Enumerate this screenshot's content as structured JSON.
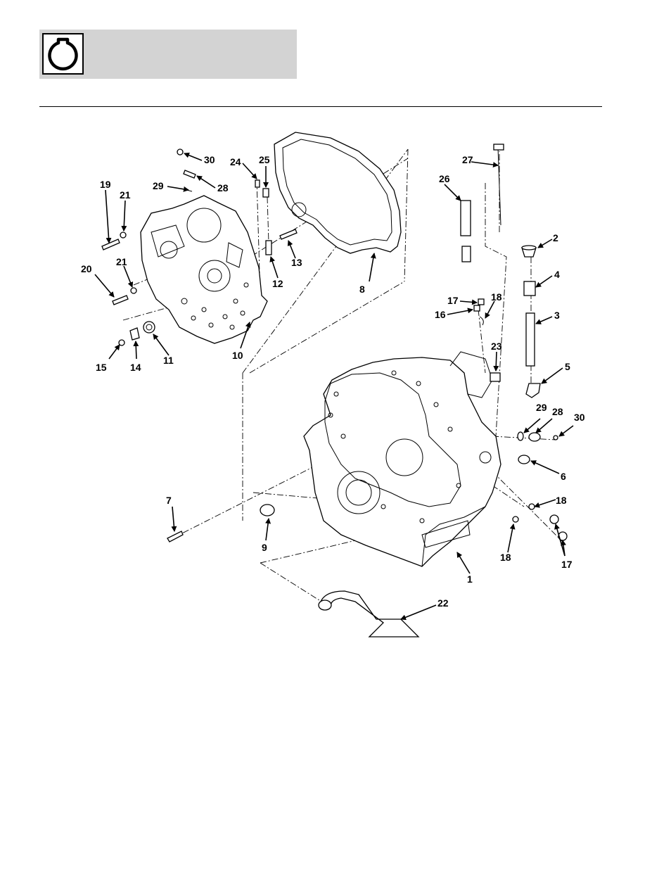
{
  "header": {
    "icon": "engine-icon",
    "background_color": "#d3d3d3"
  },
  "figure": {
    "callouts": [
      {
        "id": "c1",
        "label": "1"
      },
      {
        "id": "c2",
        "label": "2"
      },
      {
        "id": "c3",
        "label": "3"
      },
      {
        "id": "c4",
        "label": "4"
      },
      {
        "id": "c5",
        "label": "5"
      },
      {
        "id": "c6",
        "label": "6"
      },
      {
        "id": "c7",
        "label": "7"
      },
      {
        "id": "c8",
        "label": "8"
      },
      {
        "id": "c9",
        "label": "9"
      },
      {
        "id": "c10",
        "label": "10"
      },
      {
        "id": "c11",
        "label": "11"
      },
      {
        "id": "c12",
        "label": "12"
      },
      {
        "id": "c13",
        "label": "13"
      },
      {
        "id": "c14",
        "label": "14"
      },
      {
        "id": "c15",
        "label": "15"
      },
      {
        "id": "c16",
        "label": "16"
      },
      {
        "id": "c17a",
        "label": "17"
      },
      {
        "id": "c17b",
        "label": "17"
      },
      {
        "id": "c18a",
        "label": "18"
      },
      {
        "id": "c18b",
        "label": "18"
      },
      {
        "id": "c18c",
        "label": "18"
      },
      {
        "id": "c19",
        "label": "19"
      },
      {
        "id": "c20",
        "label": "20"
      },
      {
        "id": "c21a",
        "label": "21"
      },
      {
        "id": "c21b",
        "label": "21"
      },
      {
        "id": "c22",
        "label": "22"
      },
      {
        "id": "c23",
        "label": "23"
      },
      {
        "id": "c24",
        "label": "24"
      },
      {
        "id": "c25",
        "label": "25"
      },
      {
        "id": "c26",
        "label": "26"
      },
      {
        "id": "c27",
        "label": "27"
      },
      {
        "id": "c28a",
        "label": "28"
      },
      {
        "id": "c28b",
        "label": "28"
      },
      {
        "id": "c29a",
        "label": "29"
      },
      {
        "id": "c29b",
        "label": "29"
      },
      {
        "id": "c30a",
        "label": "30"
      },
      {
        "id": "c30b",
        "label": "30"
      }
    ]
  }
}
